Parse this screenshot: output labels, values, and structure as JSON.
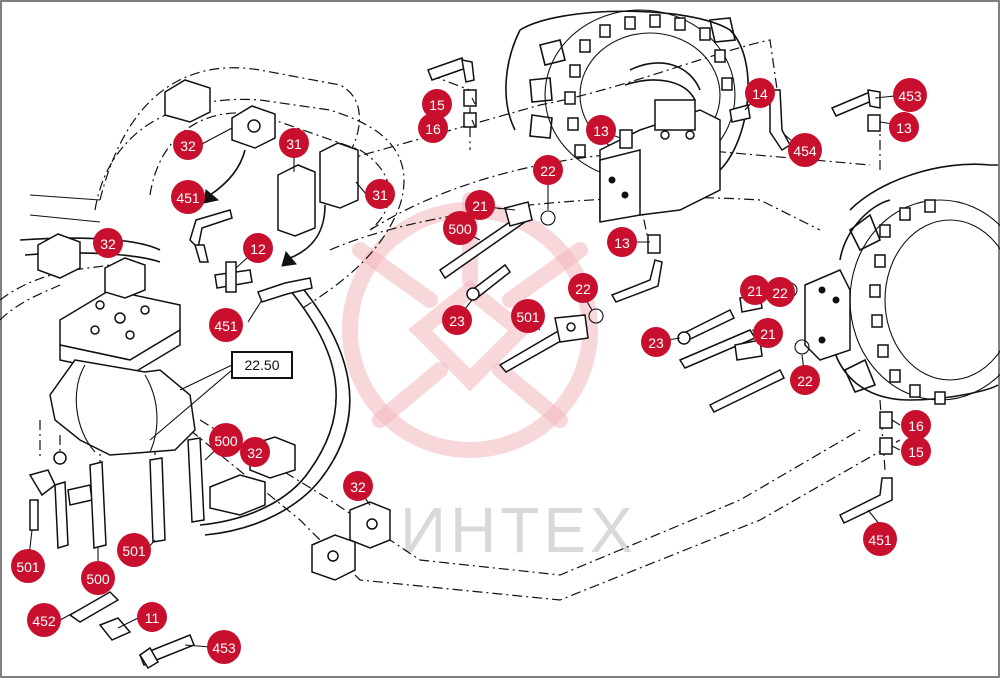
{
  "watermark": {
    "text": "ИНТЕХ"
  },
  "reference": {
    "label": "22.50"
  },
  "callouts": [
    {
      "id": "c15a",
      "label": "15"
    },
    {
      "id": "c16a",
      "label": "16"
    },
    {
      "id": "c13a",
      "label": "13"
    },
    {
      "id": "c14",
      "label": "14"
    },
    {
      "id": "c454",
      "label": "454"
    },
    {
      "id": "c453a",
      "label": "453"
    },
    {
      "id": "c13b",
      "label": "13"
    },
    {
      "id": "c32a",
      "label": "32"
    },
    {
      "id": "c31a",
      "label": "31"
    },
    {
      "id": "c31b",
      "label": "31"
    },
    {
      "id": "c22a",
      "label": "22"
    },
    {
      "id": "c21a",
      "label": "21"
    },
    {
      "id": "c451a",
      "label": "451"
    },
    {
      "id": "c500a",
      "label": "500"
    },
    {
      "id": "c13c",
      "label": "13"
    },
    {
      "id": "c32b",
      "label": "32"
    },
    {
      "id": "c12",
      "label": "12"
    },
    {
      "id": "c22b",
      "label": "22"
    },
    {
      "id": "c21b",
      "label": "21"
    },
    {
      "id": "c22c",
      "label": "22"
    },
    {
      "id": "c23a",
      "label": "23"
    },
    {
      "id": "c501a",
      "label": "501"
    },
    {
      "id": "c451b",
      "label": "451"
    },
    {
      "id": "c23b",
      "label": "23"
    },
    {
      "id": "c21c",
      "label": "21"
    },
    {
      "id": "c22d",
      "label": "22"
    },
    {
      "id": "c16b",
      "label": "16"
    },
    {
      "id": "c15b",
      "label": "15"
    },
    {
      "id": "c500b",
      "label": "500"
    },
    {
      "id": "c32c",
      "label": "32"
    },
    {
      "id": "c32d",
      "label": "32"
    },
    {
      "id": "c501b",
      "label": "501"
    },
    {
      "id": "c501c",
      "label": "501"
    },
    {
      "id": "c500c",
      "label": "500"
    },
    {
      "id": "c452",
      "label": "452"
    },
    {
      "id": "c11",
      "label": "11"
    },
    {
      "id": "c453b",
      "label": "453"
    },
    {
      "id": "c451c",
      "label": "451"
    }
  ]
}
